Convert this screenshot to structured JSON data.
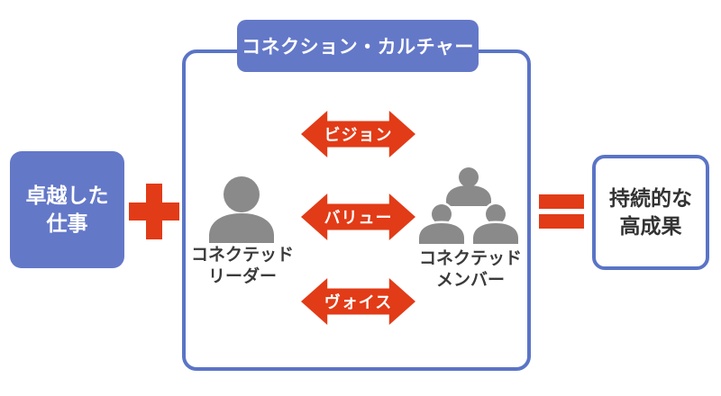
{
  "colors": {
    "blue_fill": "#6478C8",
    "blue_border": "#5A74C6",
    "red": "#E23B17",
    "icon_gray": "#8A8A8A",
    "label_text": "#3A3A3A"
  },
  "left_box": {
    "lines": [
      "卓越した",
      "仕事"
    ]
  },
  "operators": {
    "plus": "plus-icon",
    "equals": "equals-icon"
  },
  "container": {
    "title": "コネクション・カルチャー"
  },
  "leader": {
    "icon": "person-icon",
    "label_lines": [
      "コネクテッド",
      "リーダー"
    ]
  },
  "members": {
    "icon": "people-group-icon",
    "label_lines": [
      "コネクテッド",
      "メンバー"
    ]
  },
  "arrows": [
    {
      "label": "ビジョン"
    },
    {
      "label": "バリュー"
    },
    {
      "label": "ヴォイス"
    }
  ],
  "right_box": {
    "lines": [
      "持続的な",
      "高成果"
    ]
  }
}
